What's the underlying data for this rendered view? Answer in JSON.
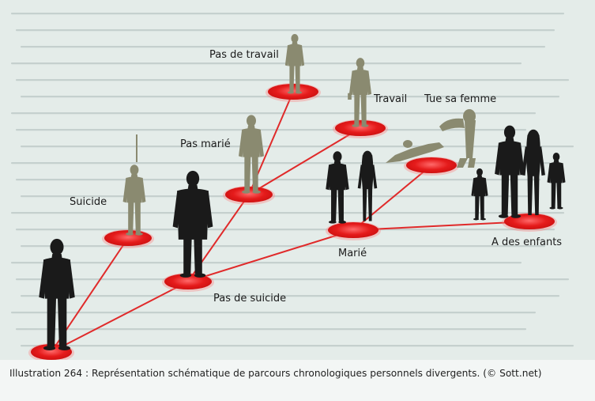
{
  "diagram": {
    "colors": {
      "node_fill": "#e51b1b",
      "node_glow": "#ff7a7a",
      "edge": "#e02a2a",
      "life_choice_figure": "#1a1a1a",
      "alternative_figure": "#8a8a70",
      "paper_background": "#e4ece9",
      "paper_text": "#9fb0ad"
    },
    "nodes": [
      {
        "id": "start",
        "label": ""
      },
      {
        "id": "suicide",
        "label": "Suicide"
      },
      {
        "id": "pas_de_suicide",
        "label": "Pas de suicide"
      },
      {
        "id": "pas_marie",
        "label": "Pas marié"
      },
      {
        "id": "marie",
        "label": "Marié"
      },
      {
        "id": "pas_de_travail",
        "label": "Pas de travail"
      },
      {
        "id": "travail",
        "label": "Travail"
      },
      {
        "id": "tue_sa_femme",
        "label": "Tue sa femme"
      },
      {
        "id": "a_des_enfants",
        "label": "A des enfants"
      }
    ],
    "edges": [
      [
        "start",
        "suicide"
      ],
      [
        "start",
        "pas_de_suicide"
      ],
      [
        "pas_de_suicide",
        "pas_marie"
      ],
      [
        "pas_de_suicide",
        "marie"
      ],
      [
        "pas_marie",
        "pas_de_travail"
      ],
      [
        "pas_marie",
        "travail"
      ],
      [
        "marie",
        "tue_sa_femme"
      ],
      [
        "marie",
        "a_des_enfants"
      ]
    ],
    "figures": [
      {
        "name": "man-silhouette-start",
        "icon": "standing-man",
        "shade": "dark"
      },
      {
        "name": "hanging-man-silhouette",
        "icon": "hanged-man",
        "shade": "light"
      },
      {
        "name": "man-coat-silhouette",
        "icon": "standing-man-coat",
        "shade": "dark"
      },
      {
        "name": "single-man-silhouette",
        "icon": "standing-man",
        "shade": "light"
      },
      {
        "name": "couple-silhouette",
        "icon": "couple",
        "shade": "dark"
      },
      {
        "name": "idle-man-silhouette",
        "icon": "standing-man",
        "shade": "light"
      },
      {
        "name": "worker-silhouette",
        "icon": "man-with-briefcase",
        "shade": "light"
      },
      {
        "name": "murder-scene-silhouette",
        "icon": "man-over-body",
        "shade": "light"
      },
      {
        "name": "family-silhouette",
        "icon": "family",
        "shade": "dark"
      }
    ]
  },
  "caption": "Illustration 264 : Représentation schématique de parcours chronologiques personnels divergents. (© Sott.net)"
}
